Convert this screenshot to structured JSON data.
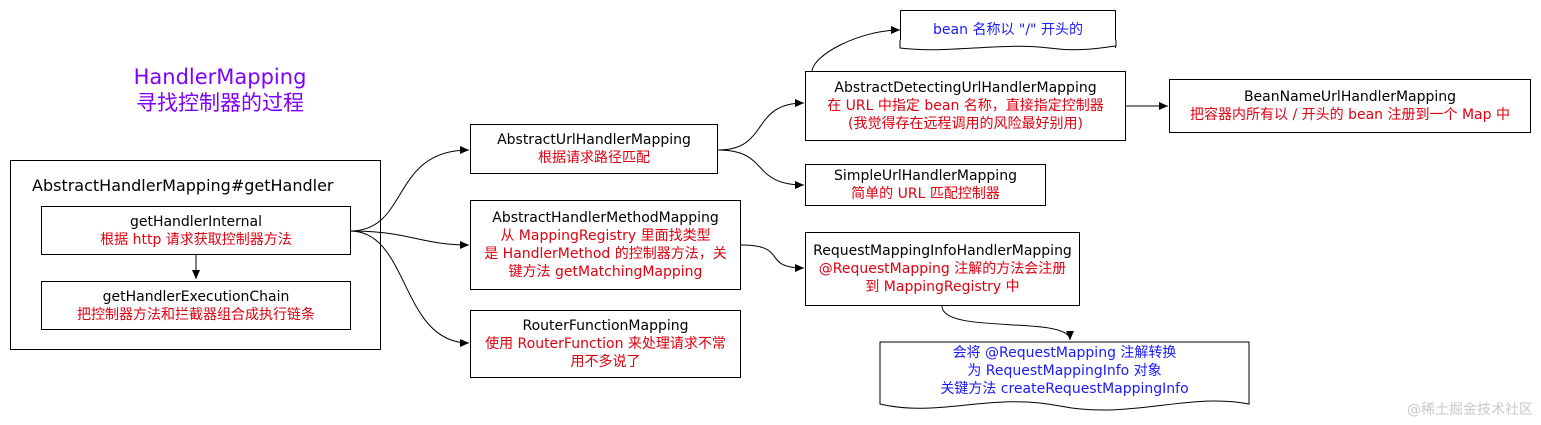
{
  "title": {
    "line1": "HandlerMapping",
    "line2": "寻找控制器的过程"
  },
  "outer": {
    "label": "AbstractHandlerMapping#getHandler"
  },
  "get_handler_internal": {
    "name": "getHandlerInternal",
    "desc": "根据 http 请求获取控制器方法"
  },
  "get_handler_execution_chain": {
    "name": "getHandlerExecutionChain",
    "desc": "把控制器方法和拦截器组合成执行链条"
  },
  "abstract_url": {
    "name": "AbstractUrlHandlerMapping",
    "desc": "根据请求路径匹配"
  },
  "abstract_method": {
    "name": "AbstractHandlerMethodMapping",
    "desc1": "从 MappingRegistry 里面找类型",
    "desc2": "是 HandlerMethod 的控制器方法，关",
    "desc3": "键方法 getMatchingMapping"
  },
  "router_function": {
    "name": "RouterFunctionMapping",
    "desc1": "使用 RouterFunction 来处理请求不常",
    "desc2": "用不多说了"
  },
  "note_bean": {
    "text": "bean 名称以 \"/\" 开头的"
  },
  "abstract_detecting": {
    "name": "AbstractDetectingUrlHandlerMapping",
    "desc1": "在 URL 中指定 bean 名称，直接指定控制器",
    "desc2": "(我觉得存在远程调用的风险最好别用)"
  },
  "bean_name_url": {
    "name": "BeanNameUrlHandlerMapping",
    "desc": "把容器内所有以 / 开头的 bean 注册到一个 Map 中"
  },
  "simple_url": {
    "name": "SimpleUrlHandlerMapping",
    "desc": "简单的 URL 匹配控制器"
  },
  "request_mapping_info": {
    "name": "RequestMappingInfoHandlerMapping",
    "desc1": "@RequestMapping 注解的方法会注册",
    "desc2": "到 MappingRegistry 中"
  },
  "note_request": {
    "line1": "会将 @RequestMapping 注解转换",
    "line2": "为 RequestMappingInfo 对象",
    "line3": "关键方法 createRequestMappingInfo"
  },
  "watermark": "@稀土掘金技术社区"
}
